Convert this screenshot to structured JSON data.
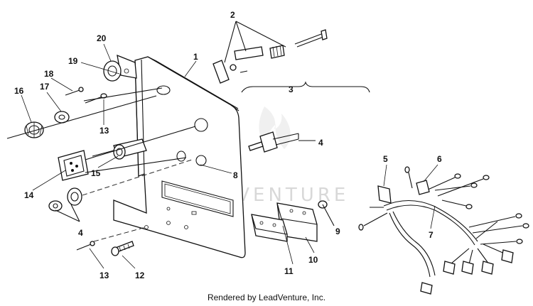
{
  "credit": "Rendered by LeadVenture, Inc.",
  "watermark": "LEADVENTURE",
  "callouts": {
    "c1": "1",
    "c2": "2",
    "c3": "3",
    "c4a": "4",
    "c4b": "4",
    "c5": "5",
    "c6": "6",
    "c7": "7",
    "c8": "8",
    "c9": "9",
    "c10": "10",
    "c11": "11",
    "c12": "12",
    "c13a": "13",
    "c13b": "13",
    "c14": "14",
    "c15": "15",
    "c16": "16",
    "c17": "17",
    "c18": "18",
    "c19": "19",
    "c20": "20"
  }
}
